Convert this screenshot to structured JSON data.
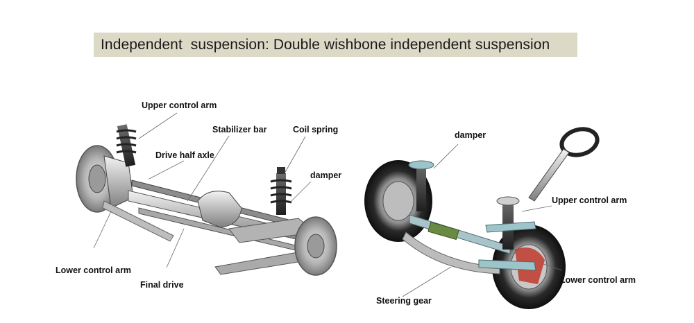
{
  "title": "Independent  suspension: Double wishbone independent suspension",
  "left_figure": {
    "labels": {
      "upper_control_arm": "Upper control arm",
      "stabilizer_bar": "Stabilizer bar",
      "coil_spring": "Coil spring",
      "drive_half_axle": "Drive half axle",
      "damper": "damper",
      "lower_control_arm": "Lower control arm",
      "final_drive": "Final drive"
    }
  },
  "right_figure": {
    "labels": {
      "damper": "damper",
      "upper_control_arm": "Upper control arm",
      "lower_control_arm": "Lower control arm",
      "steering_gear": "Steering gear"
    }
  }
}
